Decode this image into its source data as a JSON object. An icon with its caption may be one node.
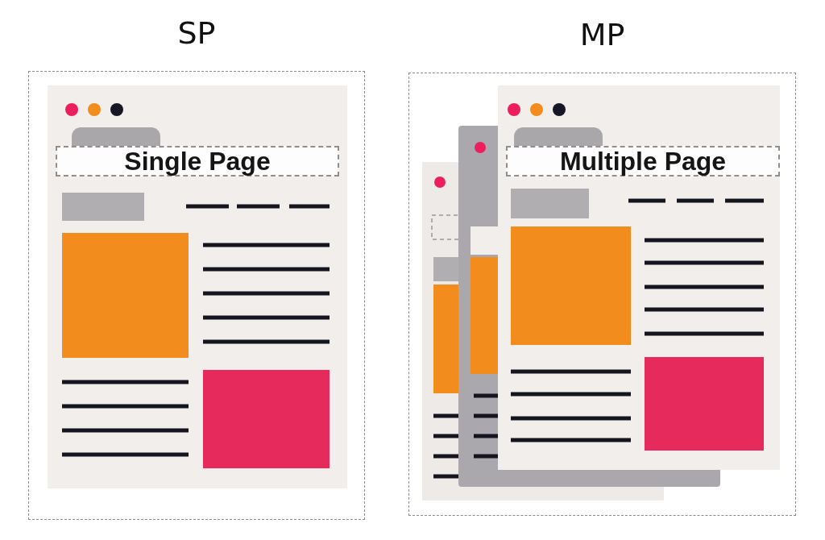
{
  "diagram": {
    "nodes": [
      {
        "text": [
          "SP"
        ]
      },
      {
        "text": [
          "Single Page"
        ],
        "in": 0
      },
      {
        "text": [
          "MP"
        ]
      },
      {
        "text": [
          "Multiple Page"
        ],
        "in": 2
      }
    ]
  }
}
